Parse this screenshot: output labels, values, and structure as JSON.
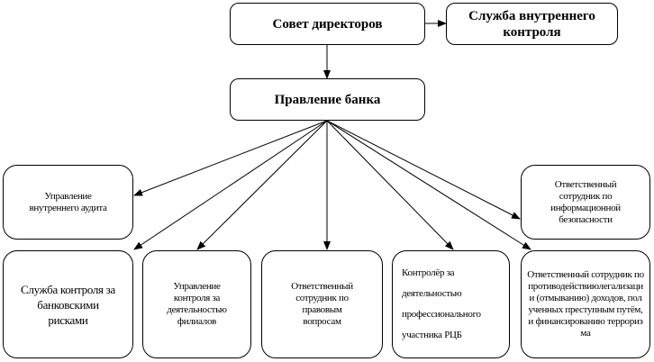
{
  "nodes": {
    "board": "Совет директоров",
    "internal_control": "Служба внутреннего контроля",
    "management": "Правление банка",
    "internal_audit": "Управление внутреннего аудита",
    "info_security": "Ответственный сотрудник по информационной безопасности",
    "risk_control": "Служба контроля за банковскими рисками",
    "branch_control": "Управление контроля за деятельностью филиалов",
    "legal": "Ответственный сотрудник по правовым вопросам",
    "securities_controller": "Контролёр за деятельностью профессионального участника РЦБ",
    "aml": "Ответственный сотрудник по противодействиюлегализации (отмыванию) доходов, полученных преступным путём, и финансированию терроризма"
  }
}
